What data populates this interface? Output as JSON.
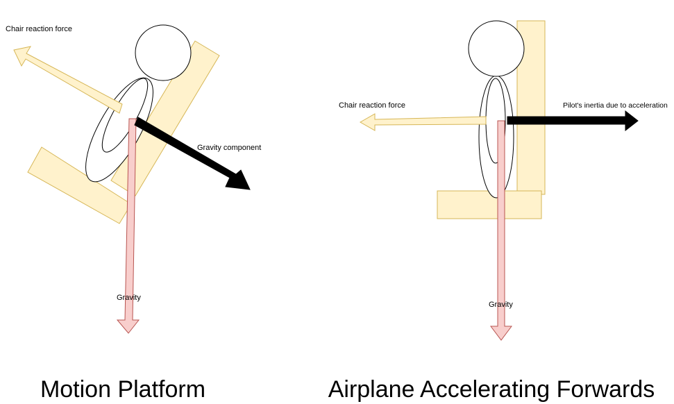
{
  "colors": {
    "seat_fill": "#FFF2CC",
    "seat_stroke": "#D6B656",
    "gravity_fill": "#F8CECC",
    "gravity_stroke": "#B85450",
    "body_fill": "#FFFFFF",
    "outline": "#000000"
  },
  "left_diagram": {
    "title": "Motion Platform",
    "labels": {
      "chair_reaction": "Chair reaction force",
      "gravity_component": "Gravity component",
      "gravity": "Gravity"
    }
  },
  "right_diagram": {
    "title": "Airplane Accelerating Forwards",
    "labels": {
      "chair_reaction": "Chair reaction force",
      "pilot_inertia": "Pilot's inertia due to acceleration",
      "gravity": "Gravity"
    }
  }
}
